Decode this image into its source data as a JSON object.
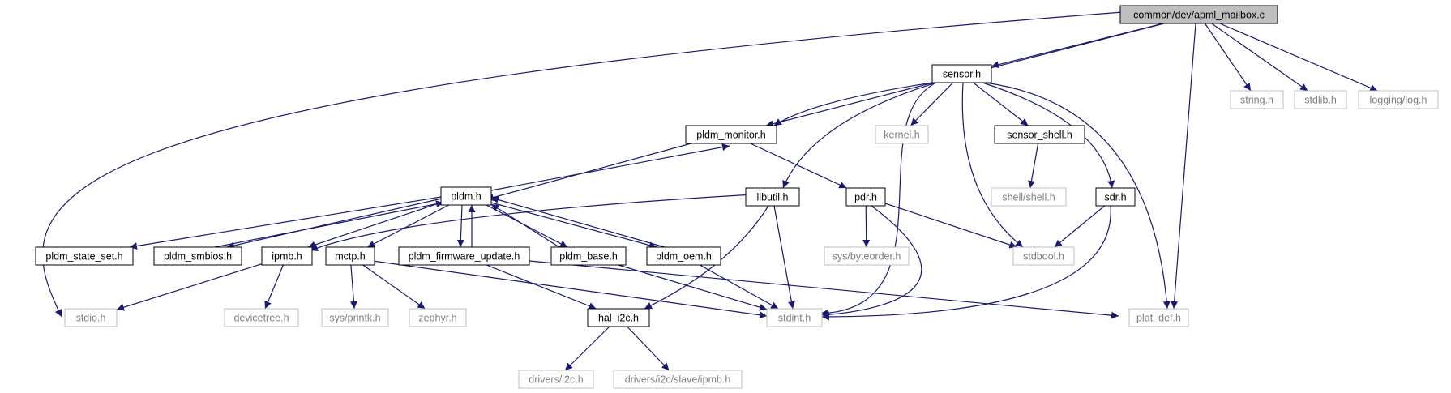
{
  "graph": {
    "nodes": [
      {
        "id": "apml_mailbox_c",
        "label": "common/dev/apml_mailbox.c",
        "style": "root"
      },
      {
        "id": "sensor_h",
        "label": "sensor.h",
        "style": "documented"
      },
      {
        "id": "string_h",
        "label": "string.h",
        "style": "external"
      },
      {
        "id": "stdlib_h",
        "label": "stdlib.h",
        "style": "external"
      },
      {
        "id": "logging_log_h",
        "label": "logging/log.h",
        "style": "external"
      },
      {
        "id": "pldm_monitor_h",
        "label": "pldm_monitor.h",
        "style": "documented"
      },
      {
        "id": "kernel_h",
        "label": "kernel.h",
        "style": "external"
      },
      {
        "id": "sensor_shell_h",
        "label": "sensor_shell.h",
        "style": "documented"
      },
      {
        "id": "shell_shell_h",
        "label": "shell/shell.h",
        "style": "external"
      },
      {
        "id": "pldm_h",
        "label": "pldm.h",
        "style": "documented"
      },
      {
        "id": "libutil_h",
        "label": "libutil.h",
        "style": "documented"
      },
      {
        "id": "pdr_h",
        "label": "pdr.h",
        "style": "documented"
      },
      {
        "id": "sdr_h",
        "label": "sdr.h",
        "style": "documented"
      },
      {
        "id": "sys_byteorder_h",
        "label": "sys/byteorder.h",
        "style": "external"
      },
      {
        "id": "stdbool_h",
        "label": "stdbool.h",
        "style": "external"
      },
      {
        "id": "pldm_state_set_h",
        "label": "pldm_state_set.h",
        "style": "documented"
      },
      {
        "id": "pldm_smbios_h",
        "label": "pldm_smbios.h",
        "style": "documented"
      },
      {
        "id": "ipmb_h",
        "label": "ipmb.h",
        "style": "documented"
      },
      {
        "id": "mctp_h",
        "label": "mctp.h",
        "style": "documented"
      },
      {
        "id": "pldm_firmware_update_h",
        "label": "pldm_firmware_update.h",
        "style": "documented"
      },
      {
        "id": "pldm_base_h",
        "label": "pldm_base.h",
        "style": "documented"
      },
      {
        "id": "pldm_oem_h",
        "label": "pldm_oem.h",
        "style": "documented"
      },
      {
        "id": "stdio_h",
        "label": "stdio.h",
        "style": "external"
      },
      {
        "id": "devicetree_h",
        "label": "devicetree.h",
        "style": "external"
      },
      {
        "id": "sys_printk_h",
        "label": "sys/printk.h",
        "style": "external"
      },
      {
        "id": "zephyr_h",
        "label": "zephyr.h",
        "style": "external"
      },
      {
        "id": "hal_i2c_h",
        "label": "hal_i2c.h",
        "style": "documented"
      },
      {
        "id": "stdint_h",
        "label": "stdint.h",
        "style": "external"
      },
      {
        "id": "plat_def_h",
        "label": "plat_def.h",
        "style": "external"
      },
      {
        "id": "drivers_i2c_h",
        "label": "drivers/i2c.h",
        "style": "external"
      },
      {
        "id": "drivers_i2c_slave_ipmb_h",
        "label": "drivers/i2c/slave/ipmb.h",
        "style": "external"
      }
    ],
    "edges": [
      [
        "apml_mailbox_c",
        "stdio_h"
      ],
      [
        "apml_mailbox_c",
        "pldm_monitor_h"
      ],
      [
        "apml_mailbox_c",
        "sensor_h"
      ],
      [
        "apml_mailbox_c",
        "string_h"
      ],
      [
        "apml_mailbox_c",
        "stdlib_h"
      ],
      [
        "apml_mailbox_c",
        "logging_log_h"
      ],
      [
        "apml_mailbox_c",
        "plat_def_h"
      ],
      [
        "sensor_h",
        "pldm_monitor_h"
      ],
      [
        "sensor_h",
        "kernel_h"
      ],
      [
        "sensor_h",
        "sensor_shell_h"
      ],
      [
        "sensor_h",
        "libutil_h"
      ],
      [
        "sensor_h",
        "stdint_h"
      ],
      [
        "sensor_h",
        "stdbool_h"
      ],
      [
        "sensor_h",
        "sdr_h"
      ],
      [
        "sensor_h",
        "plat_def_h"
      ],
      [
        "sensor_shell_h",
        "shell_shell_h"
      ],
      [
        "pldm_monitor_h",
        "pldm_h"
      ],
      [
        "pldm_monitor_h",
        "pdr_h"
      ],
      [
        "pldm_h",
        "pldm_monitor_h"
      ],
      [
        "pldm_h",
        "pldm_state_set_h"
      ],
      [
        "pldm_h",
        "pldm_smbios_h"
      ],
      [
        "pldm_h",
        "ipmb_h"
      ],
      [
        "pldm_h",
        "mctp_h"
      ],
      [
        "pldm_h",
        "pldm_firmware_update_h"
      ],
      [
        "pldm_h",
        "pldm_base_h"
      ],
      [
        "pldm_h",
        "pldm_oem_h"
      ],
      [
        "pldm_smbios_h",
        "pldm_h"
      ],
      [
        "pldm_firmware_update_h",
        "pldm_h"
      ],
      [
        "pldm_base_h",
        "pldm_h"
      ],
      [
        "pldm_oem_h",
        "pldm_h"
      ],
      [
        "libutil_h",
        "ipmb_h"
      ],
      [
        "libutil_h",
        "hal_i2c_h"
      ],
      [
        "libutil_h",
        "stdint_h"
      ],
      [
        "pdr_h",
        "sys_byteorder_h"
      ],
      [
        "pdr_h",
        "stdint_h"
      ],
      [
        "pdr_h",
        "stdbool_h"
      ],
      [
        "sdr_h",
        "stdbool_h"
      ],
      [
        "sdr_h",
        "stdint_h"
      ],
      [
        "ipmb_h",
        "stdio_h"
      ],
      [
        "ipmb_h",
        "devicetree_h"
      ],
      [
        "mctp_h",
        "sys_printk_h"
      ],
      [
        "mctp_h",
        "zephyr_h"
      ],
      [
        "mctp_h",
        "stdint_h"
      ],
      [
        "pldm_firmware_update_h",
        "hal_i2c_h"
      ],
      [
        "pldm_firmware_update_h",
        "plat_def_h"
      ],
      [
        "pldm_base_h",
        "stdint_h"
      ],
      [
        "pldm_oem_h",
        "stdint_h"
      ],
      [
        "hal_i2c_h",
        "drivers_i2c_h"
      ],
      [
        "hal_i2c_h",
        "drivers_i2c_slave_ipmb_h"
      ]
    ]
  },
  "colors": {
    "edge": "#191970",
    "root_fill": "#bfbfbf",
    "documented_border": "#000000",
    "external_border": "#bfbfbf",
    "external_text": "#7f7f7f",
    "text": "#000000"
  }
}
